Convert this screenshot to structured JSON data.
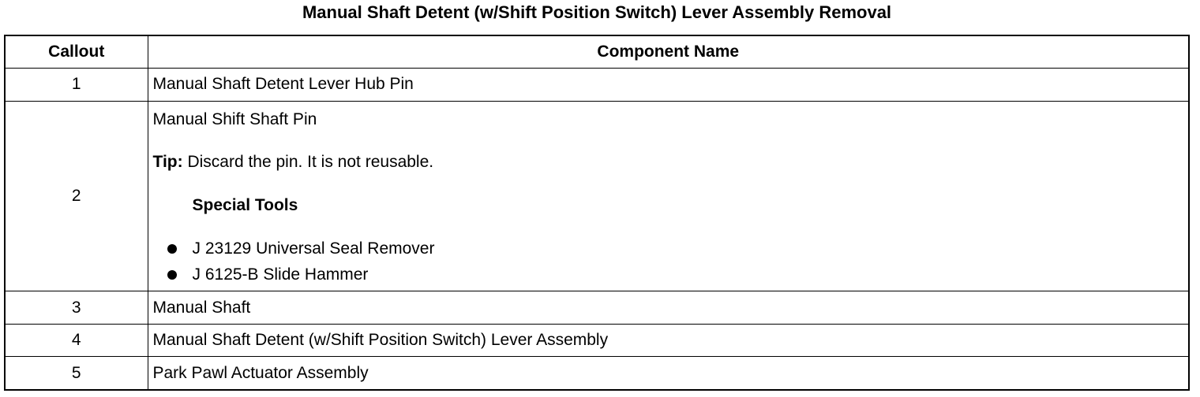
{
  "title": "Manual Shaft Detent (w/Shift Position Switch) Lever Assembly Removal",
  "table": {
    "headers": {
      "callout": "Callout",
      "component": "Component Name"
    },
    "rows": [
      {
        "callout": "1",
        "component": "Manual Shaft Detent Lever Hub Pin"
      },
      {
        "callout": "2",
        "component": "Manual Shift Shaft Pin",
        "tip_label": "Tip:",
        "tip_text": " Discard the pin. It is not reusable.",
        "tools_heading": "Special Tools",
        "tools": [
          "J 23129 Universal Seal Remover",
          "J 6125-B Slide Hammer"
        ]
      },
      {
        "callout": "3",
        "component": "Manual Shaft"
      },
      {
        "callout": "4",
        "component": "Manual Shaft Detent (w/Shift Position Switch) Lever Assembly"
      },
      {
        "callout": "5",
        "component": "Park Pawl Actuator Assembly"
      }
    ]
  }
}
